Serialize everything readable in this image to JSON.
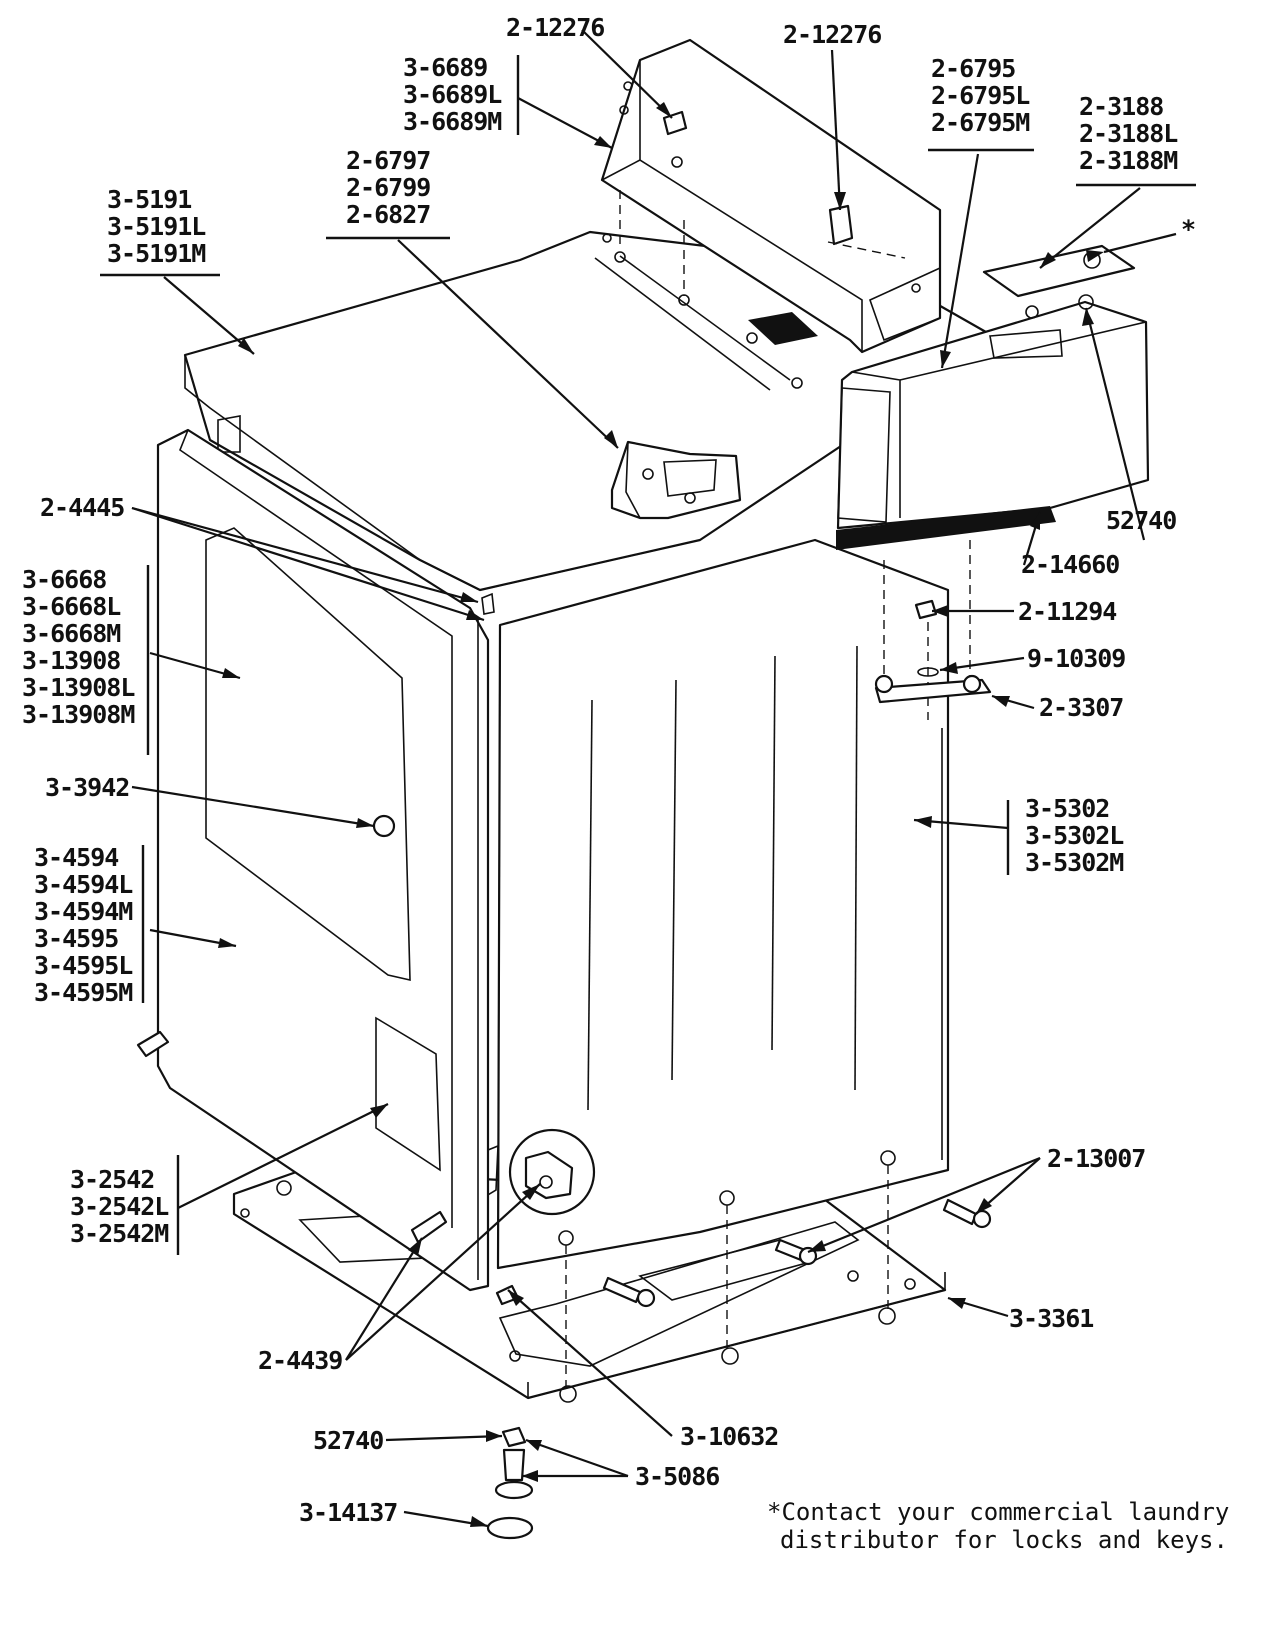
{
  "labels": {
    "top_clip_a": "2-12276",
    "top_clip_b": "2-12276",
    "backguard_1": "3-6689",
    "backguard_2": "3-6689L",
    "backguard_3": "3-6689M",
    "meter_case_1": "2-6795",
    "meter_case_2": "2-6795L",
    "meter_case_3": "2-6795M",
    "meter_cover_1": "2-3188",
    "meter_cover_2": "2-3188L",
    "meter_cover_3": "2-3188M",
    "star_marker": "*",
    "switch_1": "2-6797",
    "switch_2": "2-6799",
    "switch_3": "2-6827",
    "top_1": "3-5191",
    "top_2": "3-5191L",
    "top_3": "3-5191M",
    "hinge_pin": "2-4445",
    "door_1": "3-6668",
    "door_2": "3-6668L",
    "door_3": "3-6668M",
    "door_4": "3-13908",
    "door_5": "3-13908L",
    "door_6": "3-13908M",
    "door_handle": "3-3942",
    "front_panel_1": "3-4594",
    "front_panel_2": "3-4594L",
    "front_panel_3": "3-4594M",
    "front_panel_4": "3-4595",
    "front_panel_5": "3-4595L",
    "front_panel_6": "3-4595M",
    "lower_panel_1": "3-2542",
    "lower_panel_2": "3-2542L",
    "lower_panel_3": "3-2542M",
    "screw_front": "2-4439",
    "nut_top": "52740",
    "gasket": "2-14660",
    "meter_screw": "2-11294",
    "washer": "9-10309",
    "mounting_plate": "2-3307",
    "cabinet_1": "3-5302",
    "cabinet_2": "3-5302L",
    "cabinet_3": "3-5302M",
    "side_screw": "2-13007",
    "base": "3-3361",
    "clip": "3-10632",
    "leveling_nut": "52740",
    "leveling_leg": "3-5086",
    "leg_cup": "3-14137"
  },
  "footnote": {
    "line1": "*Contact your commercial laundry",
    "line2": "distributor for locks and keys."
  }
}
